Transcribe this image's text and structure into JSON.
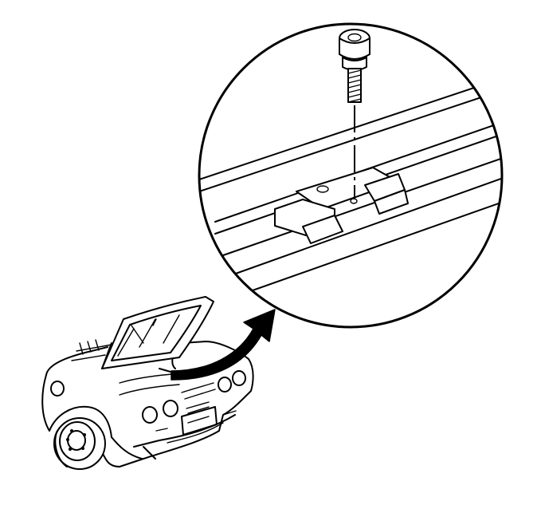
{
  "figure": {
    "colors": {
      "ink": "#000000",
      "paper": "#ffffff"
    },
    "parts": [
      "car-rear-view",
      "open-rear-hatch",
      "callout-arrow",
      "detail-circle",
      "bolt",
      "bracket",
      "rail"
    ]
  }
}
